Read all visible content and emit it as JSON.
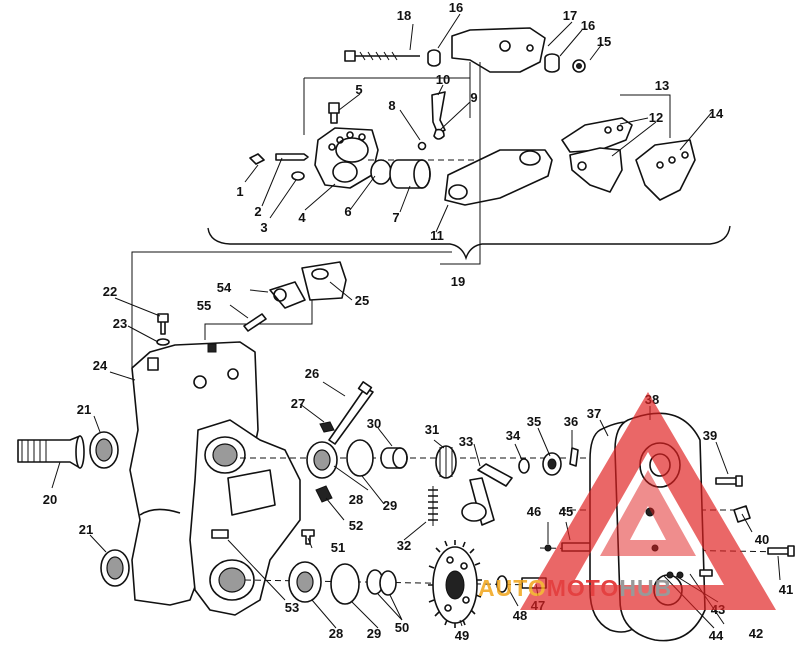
{
  "diagram": {
    "callouts": [
      "1",
      "2",
      "3",
      "4",
      "5",
      "6",
      "7",
      "8",
      "9",
      "10",
      "11",
      "12",
      "13",
      "14",
      "15",
      "16",
      "16",
      "17",
      "18",
      "19",
      "20",
      "21",
      "21",
      "22",
      "23",
      "24",
      "25",
      "26",
      "27",
      "28",
      "28",
      "29",
      "29",
      "30",
      "31",
      "32",
      "33",
      "34",
      "35",
      "36",
      "37",
      "38",
      "39",
      "40",
      "41",
      "42",
      "43",
      "44",
      "45",
      "46",
      "47",
      "48",
      "49",
      "50",
      "51",
      "52",
      "53",
      "54",
      "55"
    ]
  },
  "watermark": {
    "text_part1": "AUTO",
    "text_part2": "MOTO",
    "text_part3": "HUB",
    "color_primary": "#e02020",
    "color_secondary": "#f2a51a"
  }
}
